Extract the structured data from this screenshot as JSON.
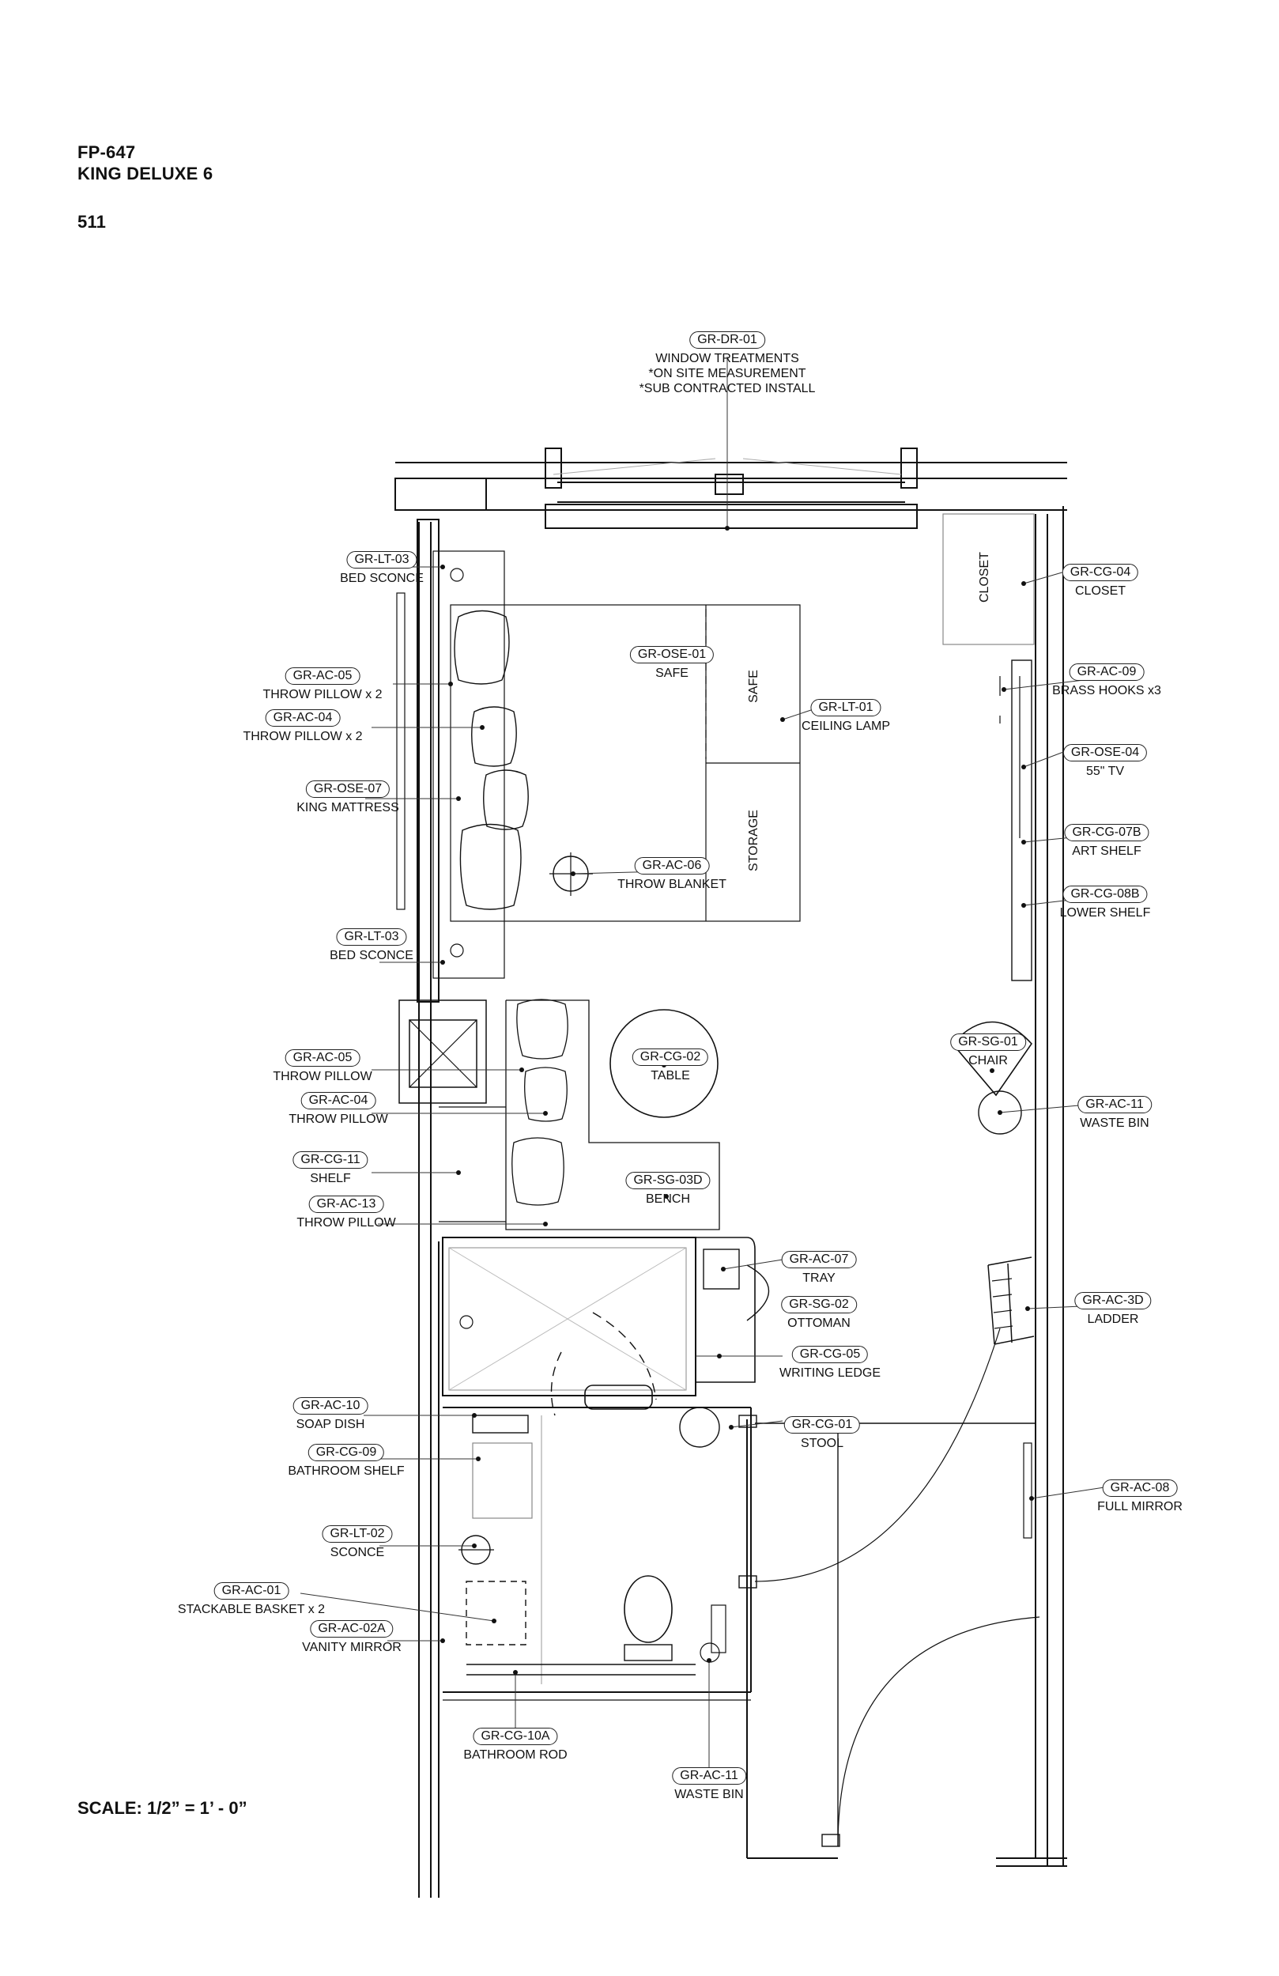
{
  "header": {
    "plan_code": "FP-647",
    "room_type": "KING DELUXE 6",
    "room_number": "511"
  },
  "scale_note": "SCALE: 1/2” = 1’ - 0”",
  "plan_labels": {
    "closet": "CLOSET",
    "safe": "SAFE",
    "storage": "STORAGE"
  },
  "callouts": [
    {
      "code": "GR-DR-01",
      "lines": [
        "WINDOW TREATMENTS",
        "*ON SITE MEASUREMENT",
        "*SUB CONTRACTED INSTALL"
      ]
    },
    {
      "code": "GR-LT-03",
      "lines": [
        "BED SCONCE"
      ]
    },
    {
      "code": "GR-AC-05",
      "lines": [
        "THROW PILLOW x 2"
      ]
    },
    {
      "code": "GR-AC-04",
      "lines": [
        "THROW PILLOW x 2"
      ]
    },
    {
      "code": "GR-OSE-07",
      "lines": [
        "KING MATTRESS"
      ]
    },
    {
      "code": "GR-LT-03",
      "lines": [
        "BED SCONCE"
      ]
    },
    {
      "code": "GR-AC-05",
      "lines": [
        "THROW PILLOW"
      ]
    },
    {
      "code": "GR-AC-04",
      "lines": [
        "THROW PILLOW"
      ]
    },
    {
      "code": "GR-CG-11",
      "lines": [
        "SHELF"
      ]
    },
    {
      "code": "GR-AC-13",
      "lines": [
        "THROW PILLOW"
      ]
    },
    {
      "code": "GR-AC-10",
      "lines": [
        "SOAP DISH"
      ]
    },
    {
      "code": "GR-CG-09",
      "lines": [
        "BATHROOM SHELF"
      ]
    },
    {
      "code": "GR-LT-02",
      "lines": [
        "SCONCE"
      ]
    },
    {
      "code": "GR-AC-01",
      "lines": [
        "STACKABLE BASKET x 2"
      ]
    },
    {
      "code": "GR-AC-02A",
      "lines": [
        "VANITY MIRROR"
      ]
    },
    {
      "code": "GR-CG-10A",
      "lines": [
        "BATHROOM ROD"
      ]
    },
    {
      "code": "GR-AC-11",
      "lines": [
        "WASTE BIN"
      ]
    },
    {
      "code": "GR-AC-06",
      "lines": [
        "THROW BLANKET"
      ]
    },
    {
      "code": "GR-OSE-01",
      "lines": [
        "SAFE"
      ]
    },
    {
      "code": "GR-LT-01",
      "lines": [
        "CEILING LAMP"
      ]
    },
    {
      "code": "GR-CG-02",
      "lines": [
        "TABLE"
      ]
    },
    {
      "code": "GR-SG-03D",
      "lines": [
        "BENCH"
      ]
    },
    {
      "code": "GR-AC-07",
      "lines": [
        "TRAY"
      ]
    },
    {
      "code": "GR-SG-02",
      "lines": [
        "OTTOMAN"
      ]
    },
    {
      "code": "GR-CG-05",
      "lines": [
        "WRITING LEDGE"
      ]
    },
    {
      "code": "GR-CG-01",
      "lines": [
        "STOOL"
      ]
    },
    {
      "code": "GR-CG-04",
      "lines": [
        "CLOSET"
      ]
    },
    {
      "code": "GR-AC-09",
      "lines": [
        "BRASS HOOKS x3"
      ]
    },
    {
      "code": "GR-OSE-04",
      "lines": [
        "55\" TV"
      ]
    },
    {
      "code": "GR-CG-07B",
      "lines": [
        "ART SHELF"
      ]
    },
    {
      "code": "GR-CG-08B",
      "lines": [
        "LOWER SHELF"
      ]
    },
    {
      "code": "GR-SG-01",
      "lines": [
        "CHAIR"
      ]
    },
    {
      "code": "GR-AC-11",
      "lines": [
        "WASTE BIN"
      ]
    },
    {
      "code": "GR-AC-3D",
      "lines": [
        "LADDER"
      ]
    },
    {
      "code": "GR-AC-08",
      "lines": [
        "FULL MIRROR"
      ]
    }
  ]
}
